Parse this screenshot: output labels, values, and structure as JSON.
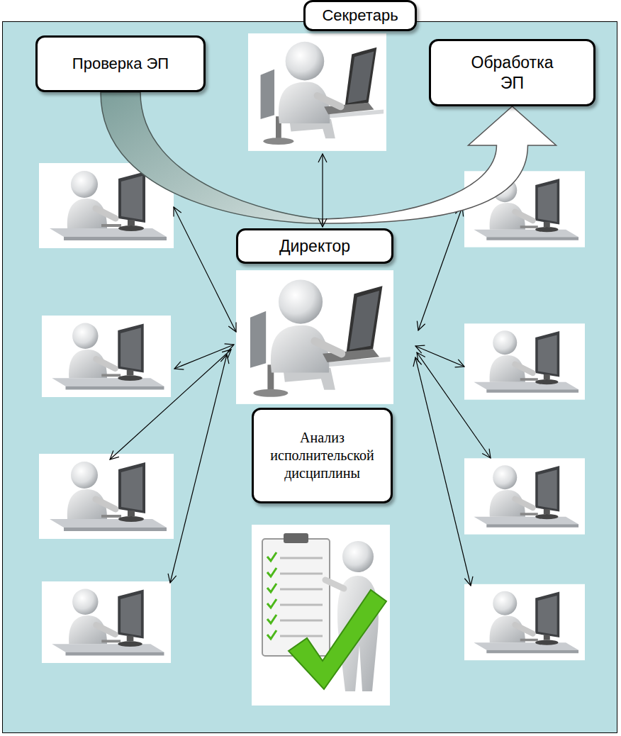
{
  "diagram": {
    "nodes": [
      {
        "text": [
          "Секретарь"
        ]
      },
      {
        "text": [
          "Проверка ЭП"
        ]
      },
      {
        "text": [
          "Обработка ЭП"
        ]
      },
      {
        "text": [
          "Директор"
        ]
      },
      {
        "text": [
          "Анализ исполнительской дисциплины"
        ]
      }
    ],
    "edges": [
      {
        "from": 1,
        "to": 2,
        "arrow": "to"
      },
      {
        "from": 0,
        "to": 3,
        "arrow": "both"
      }
    ]
  }
}
